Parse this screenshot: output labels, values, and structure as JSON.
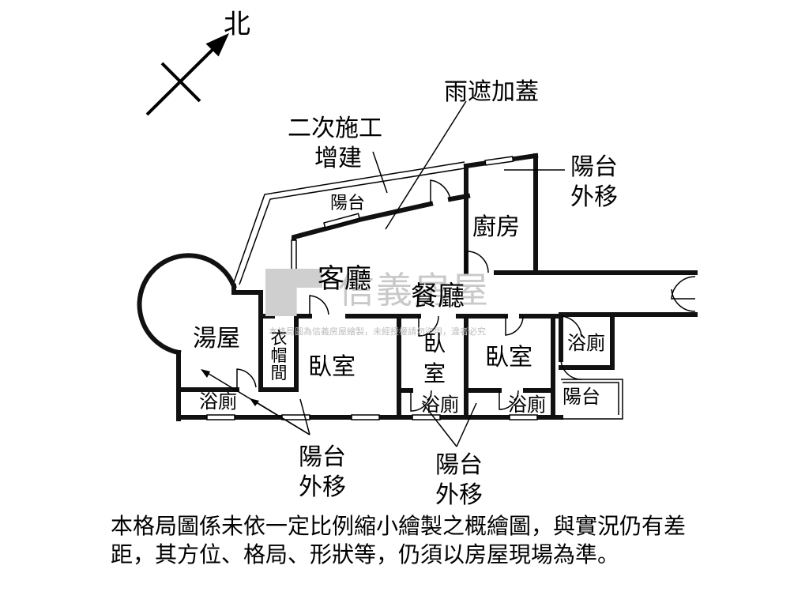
{
  "compass": {
    "north_label": "北",
    "icon": "north-arrow-icon"
  },
  "labels": {
    "rain_cover": "雨遮加蓋",
    "secondary_construction": "二次施工",
    "addition": "增建",
    "balcony_top": "陽台",
    "balcony_moved_ne": "陽台\n外移",
    "kitchen": "廚房",
    "living_room": "客廳",
    "dining_room": "餐廳",
    "bath_house": "湯屋",
    "closet": "衣帽間",
    "bedroom_1": "臥室",
    "bedroom_2": "臥室",
    "bedroom_3": "臥室",
    "bath_1": "浴廁",
    "bath_2": "浴廁",
    "bath_3": "浴廁",
    "bath_4": "浴廁",
    "balcony_right": "陽台",
    "balcony_moved_sw": "陽台\n外移",
    "balcony_moved_s": "陽台\n外移"
  },
  "watermark": {
    "brand": "信義房屋",
    "note": "本格局圖為信義房屋繪製，未經授權請勿盜用，違者必究"
  },
  "disclaimer": "本格局圖係未依一定比例縮小繪製之概繪圖，與實況仍有差距，其方位、格局、形狀等，仍須以房屋現場為準。"
}
